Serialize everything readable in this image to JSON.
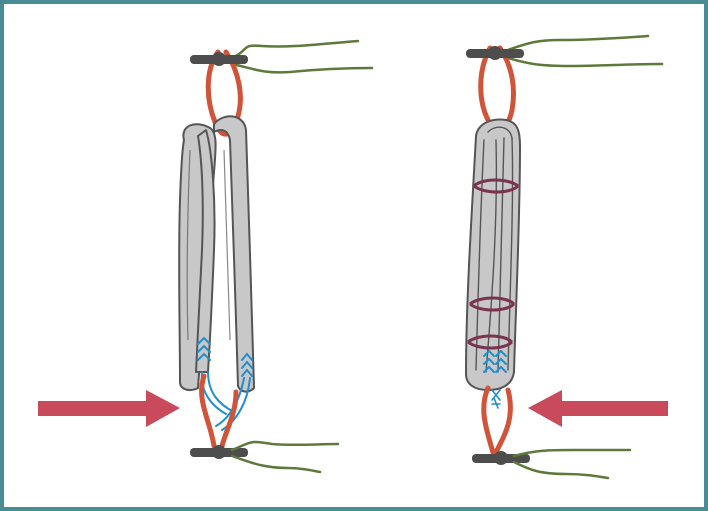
{
  "figure": {
    "panels": [
      {
        "id": "left",
        "state": "loose-loops",
        "arrow_direction": "right"
      },
      {
        "id": "right",
        "state": "bound-loops",
        "arrow_direction": "left"
      }
    ],
    "colors": {
      "frame": "#4a8c96",
      "strap_fill": "#c8c8c8",
      "strap_outline": "#555555",
      "cord": "#d0543a",
      "string": "#5e7a3a",
      "toggle": "#4d4d4d",
      "stitch": "#1e8fd0",
      "band": "#7a3450",
      "arrow": "#c94a5a"
    },
    "icons": [
      "arrow-right-icon",
      "arrow-left-icon",
      "toggle-icon",
      "stitch-chevron-icon"
    ]
  }
}
